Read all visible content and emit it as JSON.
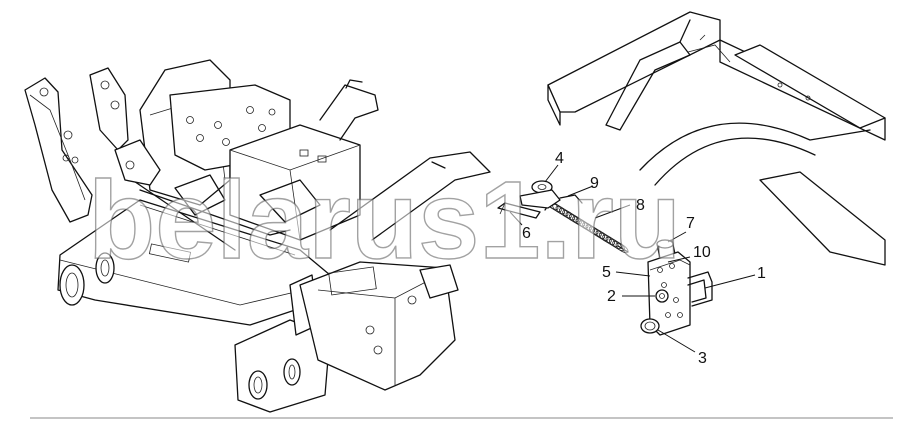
{
  "watermark": "belarus1.ru",
  "callouts": [
    {
      "id": "1",
      "label": "1"
    },
    {
      "id": "2",
      "label": "2"
    },
    {
      "id": "3",
      "label": "3"
    },
    {
      "id": "4",
      "label": "4"
    },
    {
      "id": "5",
      "label": "5"
    },
    {
      "id": "6",
      "label": "6"
    },
    {
      "id": "7",
      "label": "7"
    },
    {
      "id": "8",
      "label": "8"
    },
    {
      "id": "9",
      "label": "9"
    },
    {
      "id": "10",
      "label": "10"
    }
  ]
}
